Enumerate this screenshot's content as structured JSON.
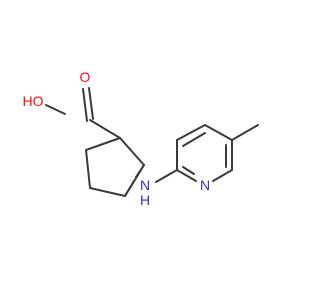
{
  "molecule": {
    "bond_color": "#3a3a3a",
    "atom_colors": {
      "O": "#ff0d0d",
      "N": "#2f2fd8",
      "H": "#3a3a3a"
    },
    "labels": {
      "carbonyl_o": "O",
      "hydroxyl": "HO",
      "amine_n": "N",
      "amine_h": "H",
      "pyridine_n": "N"
    }
  }
}
